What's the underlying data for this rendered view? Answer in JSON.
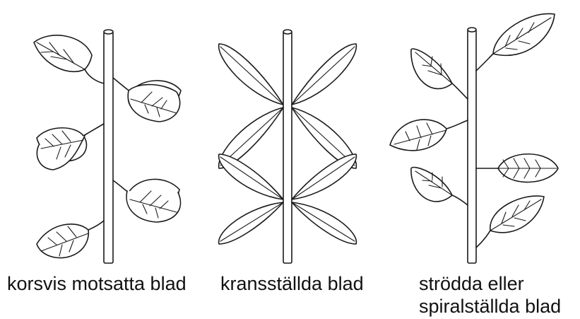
{
  "diagram": {
    "panels": [
      {
        "id": "opposite",
        "caption": "korsvis motsatta blad"
      },
      {
        "id": "whorled",
        "caption": "kransställda blad"
      },
      {
        "id": "alternate",
        "caption_lines": [
          "strödda eller",
          "spiralställda blad"
        ]
      }
    ],
    "colors": {
      "line": "#1a1a1a",
      "fill": "#ffffff",
      "text": "#111111"
    }
  }
}
